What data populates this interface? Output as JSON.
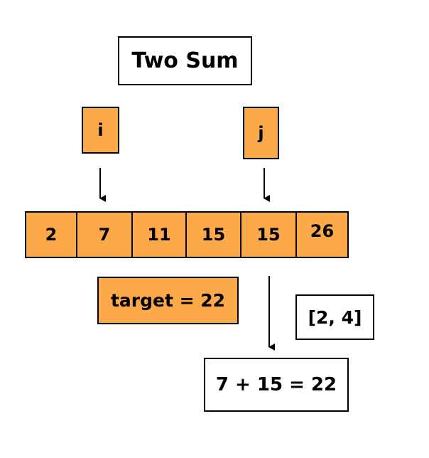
{
  "title": "Two Sum",
  "pointers": {
    "i": "i",
    "j": "j"
  },
  "array": [
    "2",
    "7",
    "11",
    "15",
    "15",
    "26"
  ],
  "target": "target = 22",
  "result": "[2, 4]",
  "sum": "7 + 15 = 22",
  "colors": {
    "fill": "#fca94a",
    "stroke": "#000000",
    "background": "#ffffff"
  }
}
